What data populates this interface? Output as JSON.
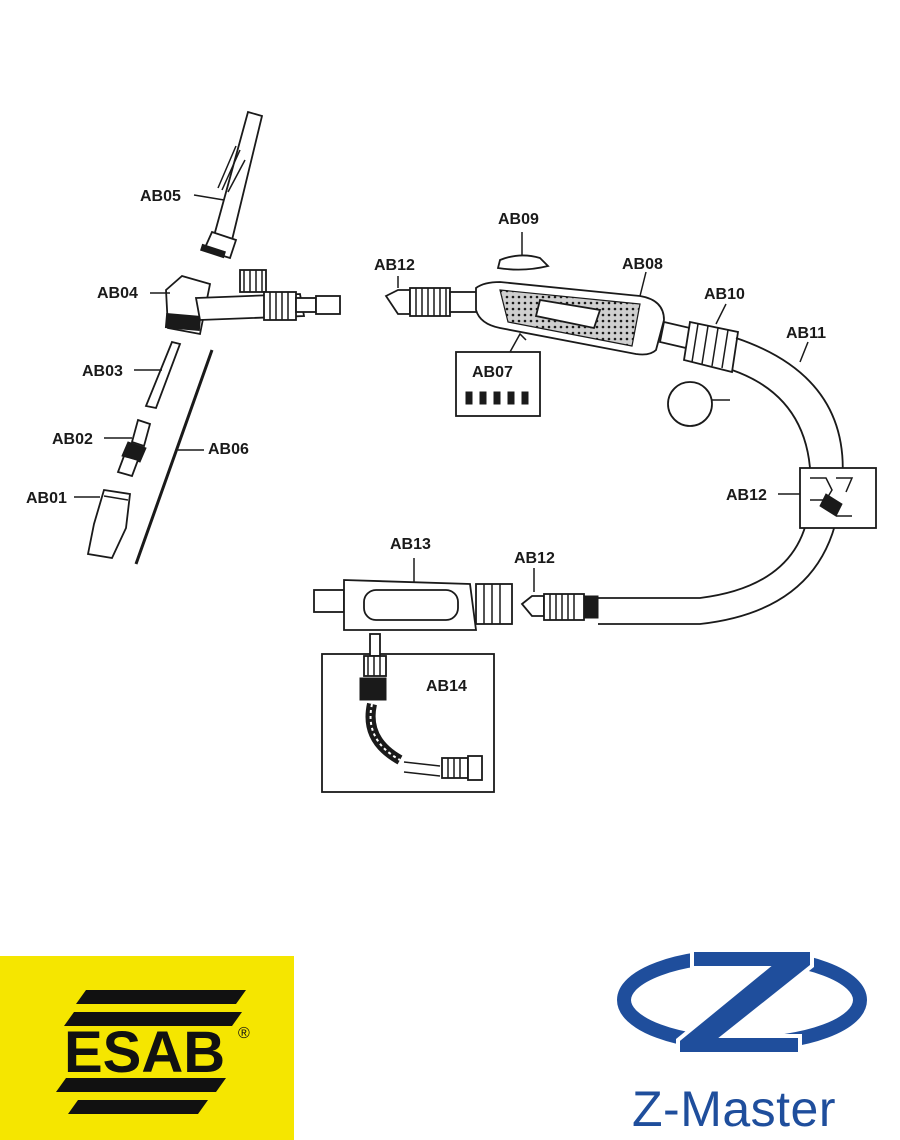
{
  "parts": [
    {
      "id": "ab05",
      "label": "AB05"
    },
    {
      "id": "ab04",
      "label": "AB04"
    },
    {
      "id": "ab03",
      "label": "AB03"
    },
    {
      "id": "ab02",
      "label": "AB02"
    },
    {
      "id": "ab01",
      "label": "AB01"
    },
    {
      "id": "ab06",
      "label": "AB06"
    },
    {
      "id": "ab09",
      "label": "AB09"
    },
    {
      "id": "ab12a",
      "label": "AB12"
    },
    {
      "id": "ab08",
      "label": "AB08"
    },
    {
      "id": "ab10",
      "label": "AB10"
    },
    {
      "id": "ab11",
      "label": "AB11"
    },
    {
      "id": "ab07",
      "label": "AB07"
    },
    {
      "id": "ab12b",
      "label": "AB12"
    },
    {
      "id": "ab13",
      "label": "AB13"
    },
    {
      "id": "ab12c",
      "label": "AB12"
    },
    {
      "id": "ab14",
      "label": "AB14"
    }
  ],
  "logos": {
    "esab": {
      "text": "ESAB",
      "registered": "®",
      "background": "#f5e600"
    },
    "zmaster": {
      "text": "Z-Master",
      "color": "#1f4e9c"
    }
  }
}
